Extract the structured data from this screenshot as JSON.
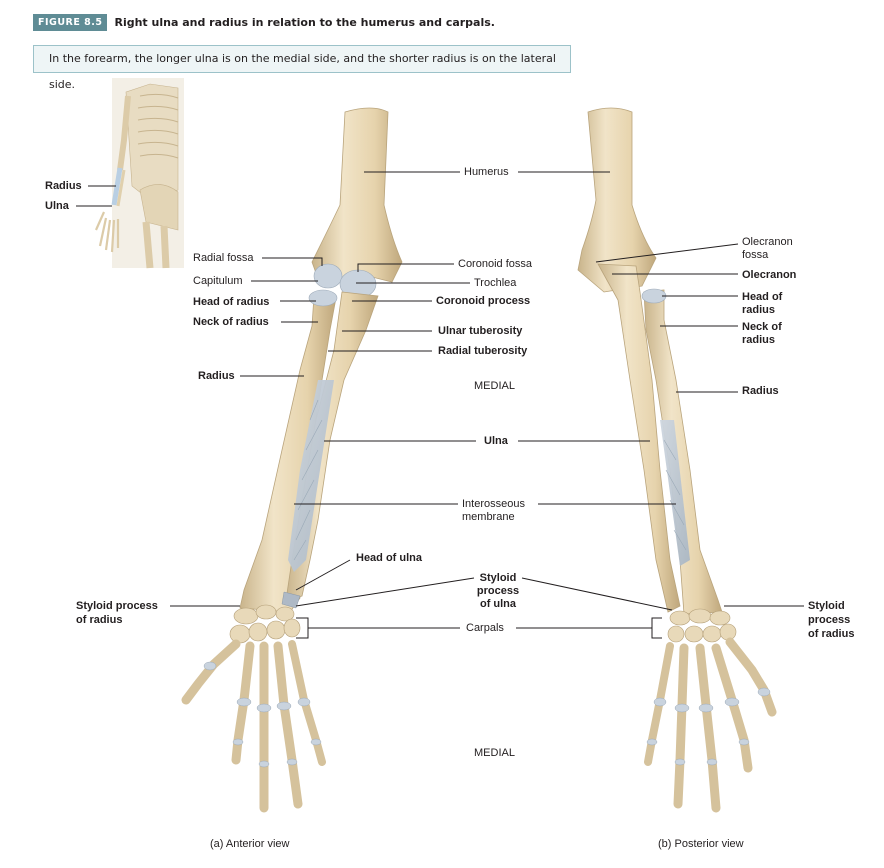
{
  "figure": {
    "badge": "FIGURE 8.5",
    "title": "Right ulna and radius in relation to the humerus and carpals.",
    "caption": "In the forearm, the longer ulna is on the medial side, and the shorter radius is on the lateral side."
  },
  "inset": {
    "radius": "Radius",
    "ulna": "Ulna"
  },
  "anterior": {
    "humerus": "Humerus",
    "radial_fossa": "Radial fossa",
    "capitulum": "Capitulum",
    "head_of_radius": "Head of radius",
    "neck_of_radius": "Neck of radius",
    "radius": "Radius",
    "coronoid_fossa": "Coronoid fossa",
    "trochlea": "Trochlea",
    "coronoid_process": "Coronoid process",
    "ulnar_tuberosity": "Ulnar tuberosity",
    "radial_tuberosity": "Radial tuberosity",
    "medial_top": "MEDIAL",
    "ulna": "Ulna",
    "interosseous_line1": "Interosseous",
    "interosseous_line2": "membrane",
    "head_of_ulna": "Head of ulna",
    "styloid_ulna_line1": "Styloid",
    "styloid_ulna_line2": "process",
    "styloid_ulna_line3": "of ulna",
    "styloid_radius_line1": "Styloid process",
    "styloid_radius_line2": "of radius",
    "carpals": "Carpals",
    "medial_bottom": "MEDIAL",
    "view": "(a) Anterior view"
  },
  "posterior": {
    "olecranon_fossa_line1": "Olecranon",
    "olecranon_fossa_line2": "fossa",
    "olecranon": "Olecranon",
    "head_line1": "Head of",
    "head_line2": "radius",
    "neck_line1": "Neck of",
    "neck_line2": "radius",
    "radius": "Radius",
    "styloid_line1": "Styloid",
    "styloid_line2": "process",
    "styloid_line3": "of radius",
    "view": "(b) Posterior view"
  },
  "colors": {
    "badge": "#5f8c95",
    "caption_bg": "#eef5f6",
    "caption_border": "#9cc2c9",
    "bone": "#ead9b6",
    "bone_shadow": "#c9b48b",
    "cartilage": "#c9d3de",
    "membrane": "#d2dae2",
    "leader": "#231f20"
  }
}
